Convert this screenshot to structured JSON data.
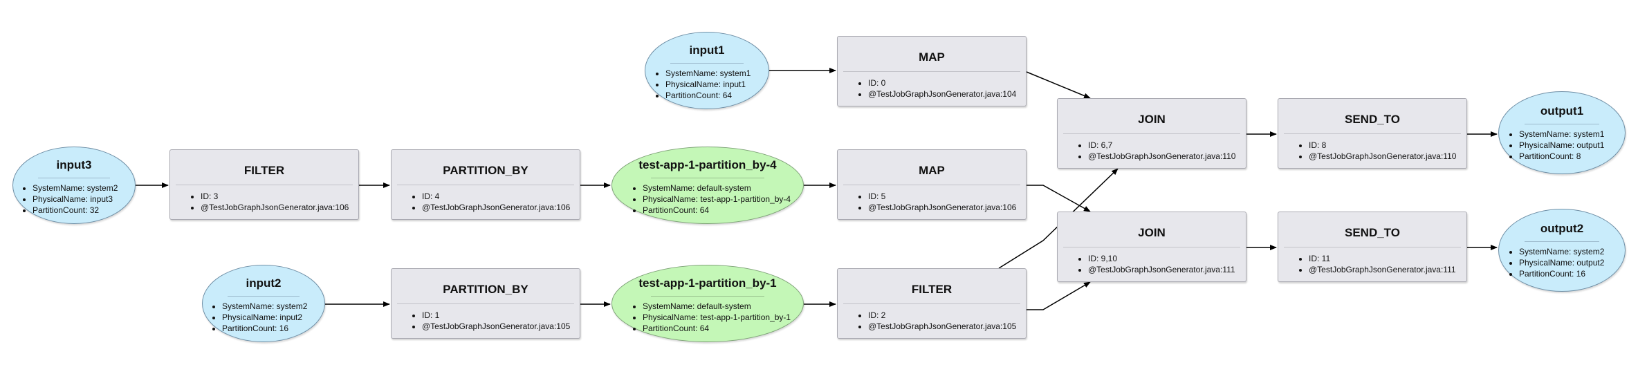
{
  "nodes": {
    "input1": {
      "title": "input1",
      "props": [
        "SystemName: system1",
        "PhysicalName: input1",
        "PartitionCount: 64"
      ]
    },
    "input2": {
      "title": "input2",
      "props": [
        "SystemName: system2",
        "PhysicalName: input2",
        "PartitionCount: 16"
      ]
    },
    "input3": {
      "title": "input3",
      "props": [
        "SystemName: system2",
        "PhysicalName: input3",
        "PartitionCount: 32"
      ]
    },
    "map0": {
      "title": "MAP",
      "props": [
        "ID: 0",
        "@TestJobGraphJsonGenerator.java:104"
      ]
    },
    "filter3": {
      "title": "FILTER",
      "props": [
        "ID: 3",
        "@TestJobGraphJsonGenerator.java:106"
      ]
    },
    "pby4": {
      "title": "PARTITION_BY",
      "props": [
        "ID: 4",
        "@TestJobGraphJsonGenerator.java:106"
      ]
    },
    "stream4": {
      "title": "test-app-1-partition_by-4",
      "props": [
        "SystemName: default-system",
        "PhysicalName: test-app-1-partition_by-4",
        "PartitionCount: 64"
      ]
    },
    "map5": {
      "title": "MAP",
      "props": [
        "ID: 5",
        "@TestJobGraphJsonGenerator.java:106"
      ]
    },
    "pby1": {
      "title": "PARTITION_BY",
      "props": [
        "ID: 1",
        "@TestJobGraphJsonGenerator.java:105"
      ]
    },
    "stream1": {
      "title": "test-app-1-partition_by-1",
      "props": [
        "SystemName: default-system",
        "PhysicalName: test-app-1-partition_by-1",
        "PartitionCount: 64"
      ]
    },
    "filter2": {
      "title": "FILTER",
      "props": [
        "ID: 2",
        "@TestJobGraphJsonGenerator.java:105"
      ]
    },
    "join67": {
      "title": "JOIN",
      "props": [
        "ID: 6,7",
        "@TestJobGraphJsonGenerator.java:110"
      ]
    },
    "join910": {
      "title": "JOIN",
      "props": [
        "ID: 9,10",
        "@TestJobGraphJsonGenerator.java:111"
      ]
    },
    "send8": {
      "title": "SEND_TO",
      "props": [
        "ID: 8",
        "@TestJobGraphJsonGenerator.java:110"
      ]
    },
    "send11": {
      "title": "SEND_TO",
      "props": [
        "ID: 11",
        "@TestJobGraphJsonGenerator.java:111"
      ]
    },
    "output1": {
      "title": "output1",
      "props": [
        "SystemName: system1",
        "PhysicalName: output1",
        "PartitionCount: 8"
      ]
    },
    "output2": {
      "title": "output2",
      "props": [
        "SystemName: system2",
        "PhysicalName: output2",
        "PartitionCount: 16"
      ]
    }
  },
  "edges": [
    [
      "input1",
      "map0"
    ],
    [
      "map0",
      "join67"
    ],
    [
      "input3",
      "filter3"
    ],
    [
      "filter3",
      "pby4"
    ],
    [
      "pby4",
      "stream4"
    ],
    [
      "stream4",
      "map5"
    ],
    [
      "map5",
      "join910"
    ],
    [
      "filter2",
      "join67"
    ],
    [
      "filter2",
      "join910"
    ],
    [
      "input2",
      "pby1"
    ],
    [
      "pby1",
      "stream1"
    ],
    [
      "stream1",
      "filter2"
    ],
    [
      "join67",
      "send8"
    ],
    [
      "send8",
      "output1"
    ],
    [
      "join910",
      "send11"
    ],
    [
      "send11",
      "output2"
    ]
  ],
  "colors": {
    "stream": "#c9ecfb",
    "intermediate_stream": "#c4f7b7",
    "operator": "#e7e7ec",
    "edge": "#000000"
  }
}
